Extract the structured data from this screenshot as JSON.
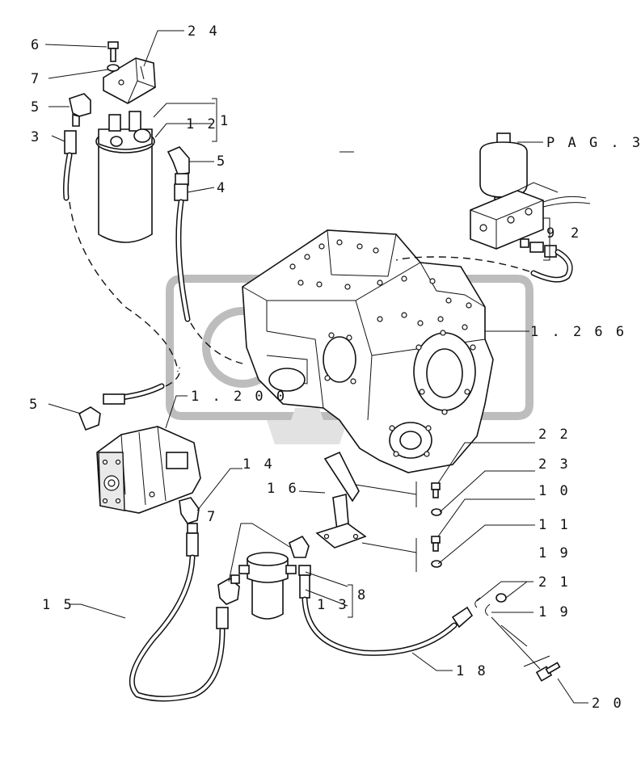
{
  "diagram": {
    "callouts": [
      {
        "id": "c24",
        "text": "2 4"
      },
      {
        "id": "c6",
        "text": "6"
      },
      {
        "id": "c7a",
        "text": "7"
      },
      {
        "id": "c5a",
        "text": "5"
      },
      {
        "id": "c1",
        "text": "1"
      },
      {
        "id": "c12",
        "text": "1 2"
      },
      {
        "id": "c3",
        "text": "3"
      },
      {
        "id": "c5b",
        "text": "5"
      },
      {
        "id": "c4",
        "text": "4"
      },
      {
        "id": "cpag3",
        "text": "P A G . 3"
      },
      {
        "id": "c9",
        "text": "9"
      },
      {
        "id": "c2",
        "text": "2"
      },
      {
        "id": "c1266",
        "text": "1 . 2 6 6"
      },
      {
        "id": "c5c",
        "text": "5"
      },
      {
        "id": "c1200",
        "text": "1 . 2 0 0"
      },
      {
        "id": "c22",
        "text": "2 2"
      },
      {
        "id": "c23",
        "text": "2 3"
      },
      {
        "id": "c14",
        "text": "1 4"
      },
      {
        "id": "c16",
        "text": "1 6"
      },
      {
        "id": "c10",
        "text": "1 0"
      },
      {
        "id": "c7b",
        "text": "7"
      },
      {
        "id": "c11",
        "text": "1 1"
      },
      {
        "id": "c19a",
        "text": "1 9"
      },
      {
        "id": "c21",
        "text": "2 1"
      },
      {
        "id": "c8",
        "text": "8"
      },
      {
        "id": "c13",
        "text": "1 3"
      },
      {
        "id": "c15",
        "text": "1 5"
      },
      {
        "id": "c19b",
        "text": "1 9"
      },
      {
        "id": "c18",
        "text": "1 8"
      },
      {
        "id": "c20",
        "text": "2 0"
      }
    ]
  }
}
